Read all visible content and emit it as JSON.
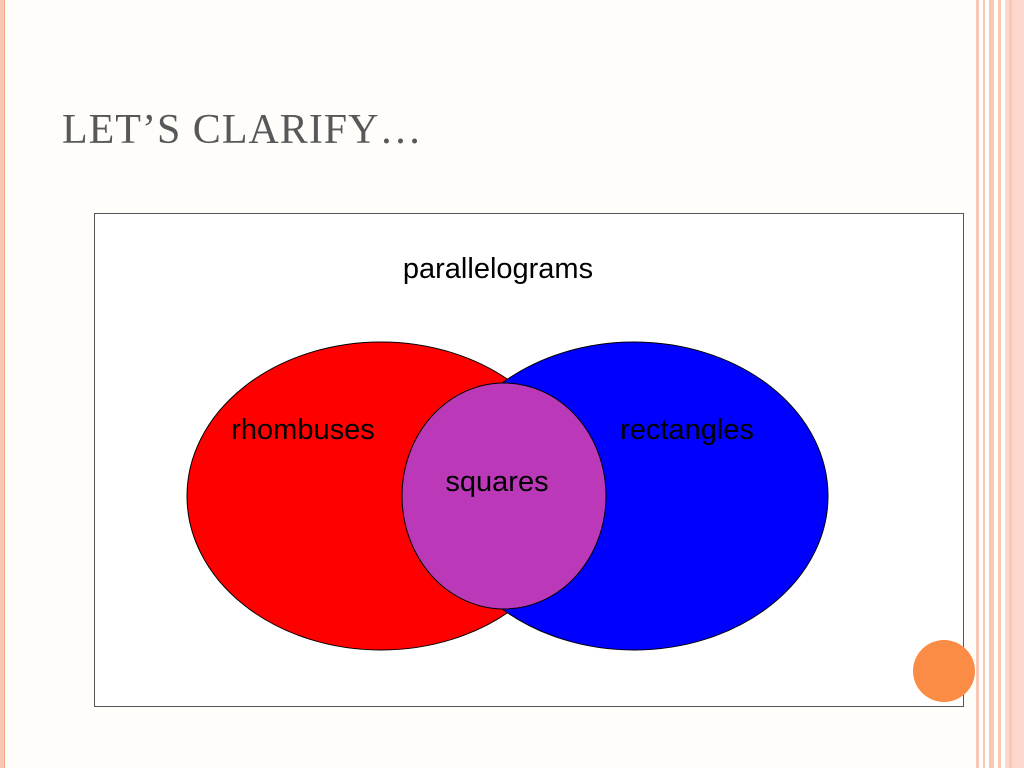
{
  "slide": {
    "title": "LET’S CLARIFY…"
  },
  "diagram": {
    "outer_label": "parallelograms",
    "sets": [
      {
        "name": "rhombuses",
        "color": "#ff0000"
      },
      {
        "name": "rectangles",
        "color": "#0000ff"
      }
    ],
    "intersection": {
      "name": "squares",
      "color": "#bb39b8"
    }
  },
  "theme": {
    "accent": "#fb8c46",
    "border": "#f9c7b3",
    "title_color": "#58585a"
  }
}
